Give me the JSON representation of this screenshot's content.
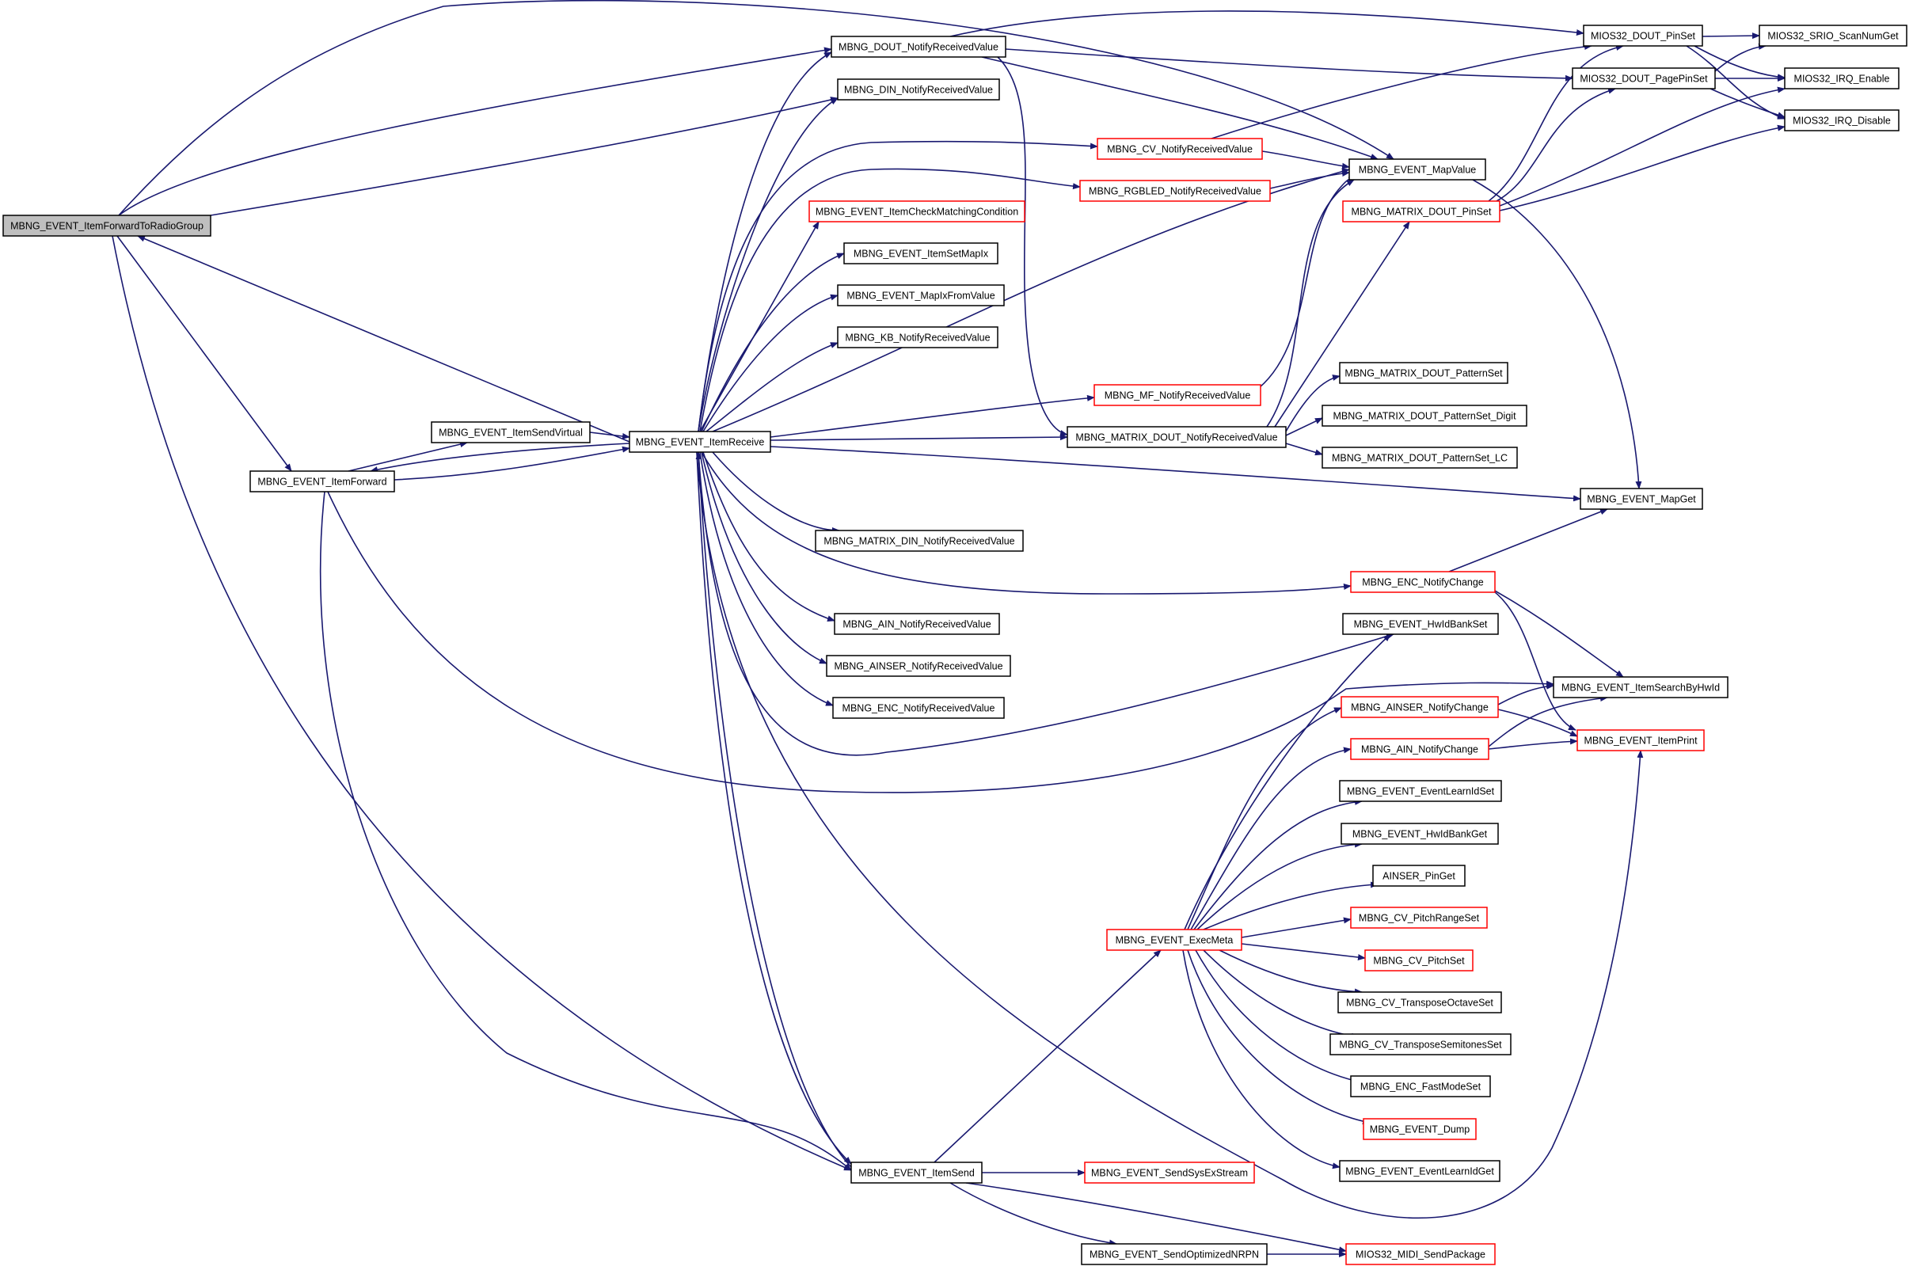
{
  "diagram": {
    "type": "call-graph",
    "edge_color": "#191970",
    "border_colors": {
      "normal": "#000000",
      "truncated": "#ff0000"
    },
    "root_fill": "#bfbfbf",
    "nodes": [
      {
        "id": "root",
        "label": "MBNG_EVENT_ItemForwardToRadioGroup",
        "style": "root"
      },
      {
        "id": "fwd",
        "label": "MBNG_EVENT_ItemForward",
        "style": "normal"
      },
      {
        "id": "sendvirt",
        "label": "MBNG_EVENT_ItemSendVirtual",
        "style": "normal"
      },
      {
        "id": "recv",
        "label": "MBNG_EVENT_ItemReceive",
        "style": "normal"
      },
      {
        "id": "itemsend",
        "label": "MBNG_EVENT_ItemSend",
        "style": "normal"
      },
      {
        "id": "dout_nrv",
        "label": "MBNG_DOUT_NotifyReceivedValue",
        "style": "normal"
      },
      {
        "id": "din_nrv",
        "label": "MBNG_DIN_NotifyReceivedValue",
        "style": "normal"
      },
      {
        "id": "cv_nrv",
        "label": "MBNG_CV_NotifyReceivedValue",
        "style": "red"
      },
      {
        "id": "rgb_nrv",
        "label": "MBNG_RGBLED_NotifyReceivedValue",
        "style": "red"
      },
      {
        "id": "checkmatch",
        "label": "MBNG_EVENT_ItemCheckMatchingCondition",
        "style": "red"
      },
      {
        "id": "setmapix",
        "label": "MBNG_EVENT_ItemSetMapIx",
        "style": "normal"
      },
      {
        "id": "mapixfrom",
        "label": "MBNG_EVENT_MapIxFromValue",
        "style": "normal"
      },
      {
        "id": "kb_nrv",
        "label": "MBNG_KB_NotifyReceivedValue",
        "style": "normal"
      },
      {
        "id": "mf_nrv",
        "label": "MBNG_MF_NotifyReceivedValue",
        "style": "red"
      },
      {
        "id": "mxdout_nrv",
        "label": "MBNG_MATRIX_DOUT_NotifyReceivedValue",
        "style": "normal"
      },
      {
        "id": "mxdin_nrv",
        "label": "MBNG_MATRIX_DIN_NotifyReceivedValue",
        "style": "normal"
      },
      {
        "id": "ain_nrv",
        "label": "MBNG_AIN_NotifyReceivedValue",
        "style": "normal"
      },
      {
        "id": "ainser_nrv",
        "label": "MBNG_AINSER_NotifyReceivedValue",
        "style": "normal"
      },
      {
        "id": "enc_nrv",
        "label": "MBNG_ENC_NotifyReceivedValue",
        "style": "normal"
      },
      {
        "id": "mios_doutpinset",
        "label": "MIOS32_DOUT_PinSet",
        "style": "normal"
      },
      {
        "id": "mios_doutpagepinset",
        "label": "MIOS32_DOUT_PagePinSet",
        "style": "normal"
      },
      {
        "id": "mios_srio",
        "label": "MIOS32_SRIO_ScanNumGet",
        "style": "normal"
      },
      {
        "id": "mios_irqen",
        "label": "MIOS32_IRQ_Enable",
        "style": "normal"
      },
      {
        "id": "mios_irqdis",
        "label": "MIOS32_IRQ_Disable",
        "style": "normal"
      },
      {
        "id": "mapvalue",
        "label": "MBNG_EVENT_MapValue",
        "style": "normal"
      },
      {
        "id": "mxdout_pinset",
        "label": "MBNG_MATRIX_DOUT_PinSet",
        "style": "red"
      },
      {
        "id": "mx_pattern",
        "label": "MBNG_MATRIX_DOUT_PatternSet",
        "style": "normal"
      },
      {
        "id": "mx_pattern_digit",
        "label": "MBNG_MATRIX_DOUT_PatternSet_Digit",
        "style": "normal"
      },
      {
        "id": "mx_pattern_lc",
        "label": "MBNG_MATRIX_DOUT_PatternSet_LC",
        "style": "normal"
      },
      {
        "id": "mapget",
        "label": "MBNG_EVENT_MapGet",
        "style": "normal"
      },
      {
        "id": "enc_nc",
        "label": "MBNG_ENC_NotifyChange",
        "style": "red"
      },
      {
        "id": "hwidbankset",
        "label": "MBNG_EVENT_HwIdBankSet",
        "style": "normal"
      },
      {
        "id": "searchbyhwid",
        "label": "MBNG_EVENT_ItemSearchByHwId",
        "style": "normal"
      },
      {
        "id": "ainser_nc",
        "label": "MBNG_AINSER_NotifyChange",
        "style": "red"
      },
      {
        "id": "ain_nc",
        "label": "MBNG_AIN_NotifyChange",
        "style": "red"
      },
      {
        "id": "itemprint",
        "label": "MBNG_EVENT_ItemPrint",
        "style": "red"
      },
      {
        "id": "learnidset",
        "label": "MBNG_EVENT_EventLearnIdSet",
        "style": "normal"
      },
      {
        "id": "hwidbankget",
        "label": "MBNG_EVENT_HwIdBankGet",
        "style": "normal"
      },
      {
        "id": "ainser_pinget",
        "label": "AINSER_PinGet",
        "style": "normal"
      },
      {
        "id": "cv_pitchrange",
        "label": "MBNG_CV_PitchRangeSet",
        "style": "red"
      },
      {
        "id": "execmeta",
        "label": "MBNG_EVENT_ExecMeta",
        "style": "red"
      },
      {
        "id": "cv_pitchset",
        "label": "MBNG_CV_PitchSet",
        "style": "red"
      },
      {
        "id": "cv_octave",
        "label": "MBNG_CV_TransposeOctaveSet",
        "style": "normal"
      },
      {
        "id": "cv_semitones",
        "label": "MBNG_CV_TransposeSemitonesSet",
        "style": "normal"
      },
      {
        "id": "enc_fastmode",
        "label": "MBNG_ENC_FastModeSet",
        "style": "normal"
      },
      {
        "id": "dump",
        "label": "MBNG_EVENT_Dump",
        "style": "red"
      },
      {
        "id": "learnidget",
        "label": "MBNG_EVENT_EventLearnIdGet",
        "style": "normal"
      },
      {
        "id": "sysex",
        "label": "MBNG_EVENT_SendSysExStream",
        "style": "red"
      },
      {
        "id": "nrpn",
        "label": "MBNG_EVENT_SendOptimizedNRPN",
        "style": "normal"
      },
      {
        "id": "midisend",
        "label": "MIOS32_MIDI_SendPackage",
        "style": "red"
      }
    ]
  }
}
